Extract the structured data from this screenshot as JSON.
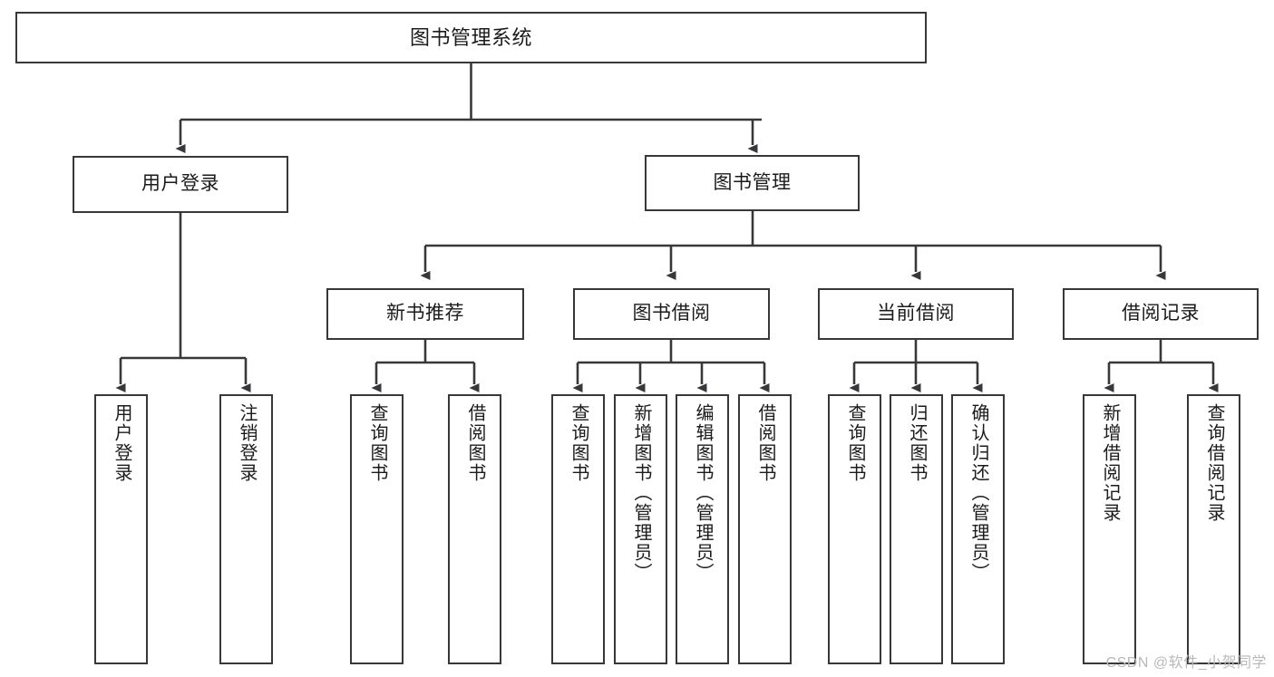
{
  "diagram": {
    "title": "图书管理系统",
    "type": "tree-hierarchy-chart",
    "colors": {
      "box_border": "#38383a",
      "box_fill": "#ffffff",
      "edge": "#38383a",
      "text": "#1b1b1b",
      "watermark": "#b9b9bb",
      "background": "#ffffff"
    },
    "watermark": "CSDN @软件_小贺同学"
  },
  "nodes": {
    "root": {
      "label": "图书管理系统"
    },
    "level1": [
      {
        "id": "user-login",
        "label": "用户登录"
      },
      {
        "id": "book-manage",
        "label": "图书管理"
      }
    ],
    "level2": [
      {
        "id": "new-book-recommend",
        "label": "新书推荐"
      },
      {
        "id": "book-borrow",
        "label": "图书借阅"
      },
      {
        "id": "current-borrow",
        "label": "当前借阅"
      },
      {
        "id": "borrow-record",
        "label": "借阅记录"
      }
    ],
    "leaves": {
      "user_login": [
        {
          "id": "leaf-user-login",
          "label": "用户登录"
        },
        {
          "id": "leaf-logout-login",
          "label": "注销登录"
        }
      ],
      "new_book_recommend": [
        {
          "id": "leaf-query-book-1",
          "label": "查询图书"
        },
        {
          "id": "leaf-borrow-book-1",
          "label": "借阅图书"
        }
      ],
      "book_borrow": [
        {
          "id": "leaf-query-book-2",
          "label": "查询图书"
        },
        {
          "id": "leaf-add-book-admin",
          "label": "新增图书（管理员）"
        },
        {
          "id": "leaf-edit-book-admin",
          "label": "编辑图书（管理员）"
        },
        {
          "id": "leaf-borrow-book-2",
          "label": "借阅图书"
        }
      ],
      "current_borrow": [
        {
          "id": "leaf-query-book-3",
          "label": "查询图书"
        },
        {
          "id": "leaf-return-book",
          "label": "归还图书"
        },
        {
          "id": "leaf-confirm-return-admin",
          "label": "确认归还（管理员）"
        }
      ],
      "borrow_record": [
        {
          "id": "leaf-add-borrow-record",
          "label": "新增借阅记录"
        },
        {
          "id": "leaf-query-borrow-record",
          "label": "查询借阅记录"
        }
      ]
    }
  }
}
